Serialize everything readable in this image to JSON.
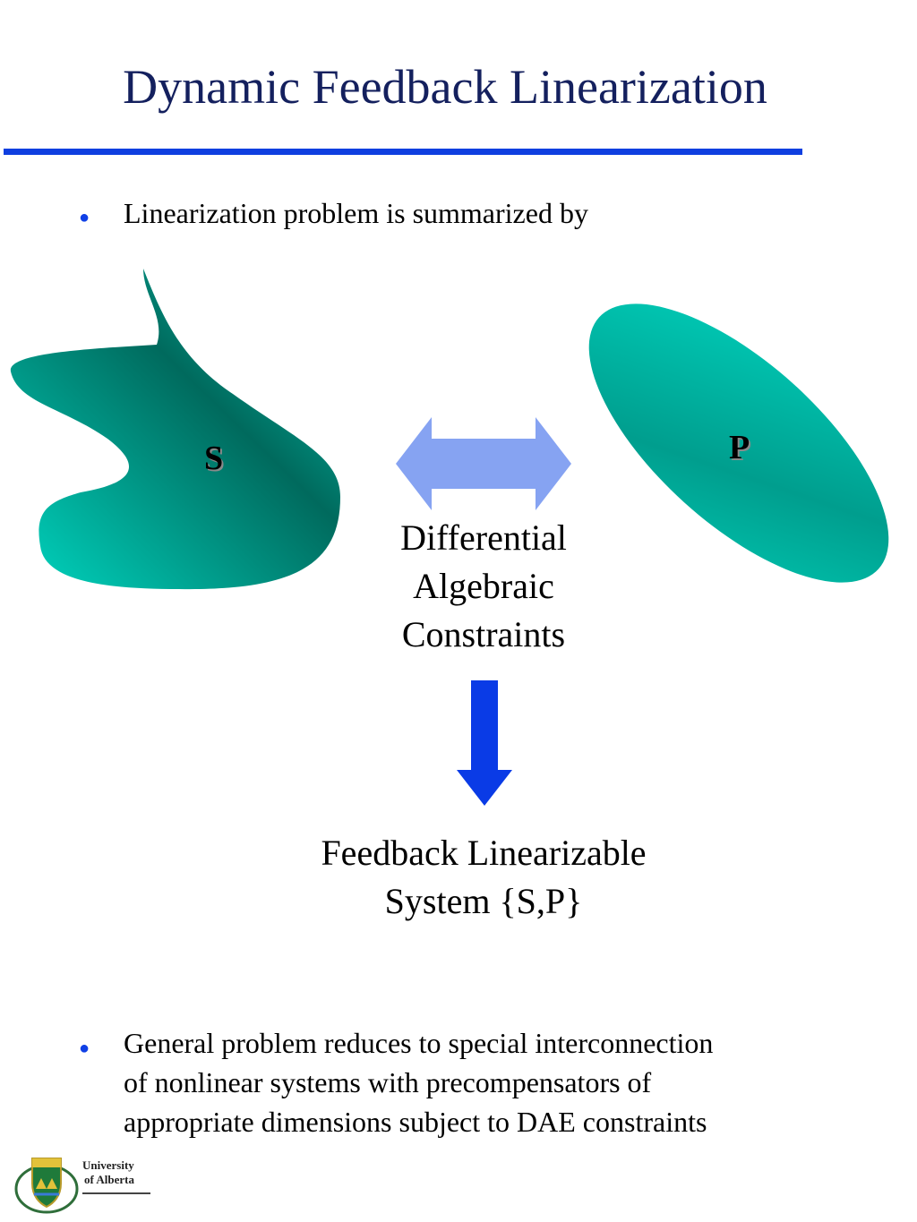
{
  "slide": {
    "title": "Dynamic Feedback Linearization",
    "bullet1": "Linearization problem is summarized by",
    "label_s": "S",
    "label_p": "P",
    "constraints_lines": [
      "Differential",
      "Algebraic",
      "Constraints"
    ],
    "result_lines": [
      "Feedback Linearizable",
      "System {S,P}"
    ],
    "bullet2_lines": [
      "General problem reduces to special interconnection",
      "of nonlinear systems with precompensators of",
      "appropriate dimensions subject to DAE constraints"
    ],
    "logo_lines": [
      "University",
      "of Alberta"
    ]
  },
  "colors": {
    "title": "#14205e",
    "rule": "#0f3fe0",
    "bullet": "#1040e6",
    "teal_light": "#00d0bb",
    "teal_dark": "#006a5d",
    "double_arrow": "#86a3f2",
    "down_arrow": "#0a3be6"
  },
  "icons": {
    "bullet": "bullet-dot-icon",
    "double_arrow": "double-arrow-icon",
    "down_arrow": "down-arrow-icon",
    "logo": "university-crest-icon"
  }
}
